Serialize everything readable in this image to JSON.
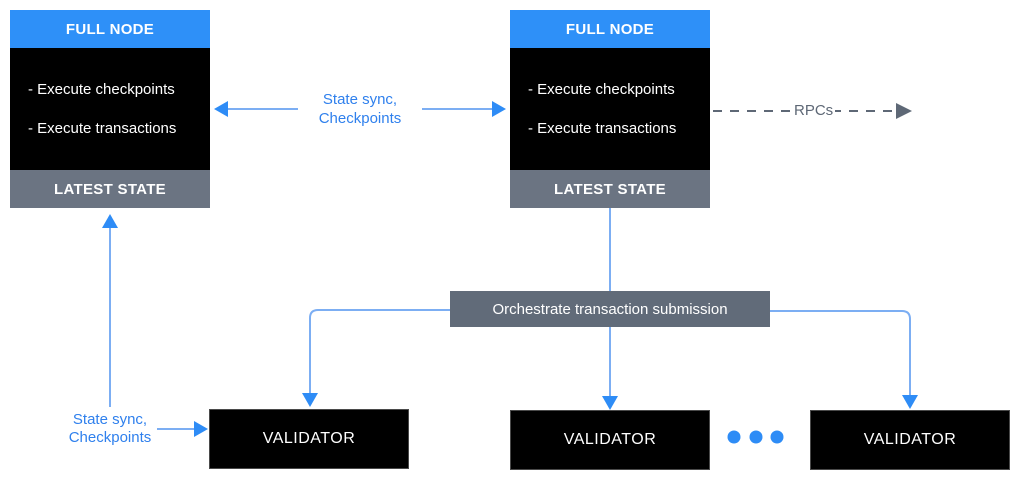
{
  "full_nodes": [
    {
      "title": "FULL NODE",
      "items": [
        "- Execute checkpoints",
        "- Execute transactions"
      ],
      "footer": "LATEST STATE"
    },
    {
      "title": "FULL NODE",
      "items": [
        "- Execute checkpoints",
        "- Execute transactions"
      ],
      "footer": "LATEST STATE"
    }
  ],
  "labels": {
    "center_sync": {
      "line1": "State sync,",
      "line2": "Checkpoints"
    },
    "left_sync": {
      "line1": "State sync,",
      "line2": "Checkpoints"
    },
    "rpcs": "RPCs",
    "orchestrator": "Orchestrate transaction submission"
  },
  "validators": [
    {
      "label": "VALIDATOR"
    },
    {
      "label": "VALIDATOR"
    },
    {
      "label": "VALIDATOR"
    }
  ],
  "colors": {
    "background": "#FFFFFF",
    "header_blue": "#2E90F8",
    "box_black": "#000000",
    "state_gray": "#6B7482",
    "orchestrator_gray": "#616B79",
    "line_blue": "#7CAEF3",
    "arrow_blue": "#2E8CF6",
    "label_blue": "#2F80ED",
    "rpc_gray": "#5E6876"
  }
}
